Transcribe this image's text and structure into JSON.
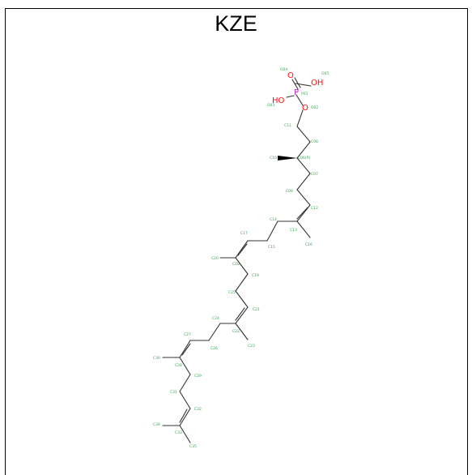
{
  "title": "KZE",
  "colors": {
    "bond": "#333333",
    "carbon_label": "#3aa655",
    "oxygen": "#ff0d0d",
    "phosphorus": "#d020d0"
  },
  "heteroatoms": {
    "o_double": "O",
    "oh_top": "OH",
    "p": "P",
    "oh_left": "HO",
    "o_ester": "O"
  },
  "atom_labels": [
    {
      "id": "o4",
      "text": "O04"
    },
    {
      "id": "o5",
      "text": "O05"
    },
    {
      "id": "p1",
      "text": "P01"
    },
    {
      "id": "o3",
      "text": "O03"
    },
    {
      "id": "o2",
      "text": "O02"
    },
    {
      "id": "c11",
      "text": "C11"
    },
    {
      "id": "c08",
      "text": "C08"
    },
    {
      "id": "c10",
      "text": "C10"
    },
    {
      "id": "c06",
      "text": "C06(R)"
    },
    {
      "id": "c07",
      "text": "C07"
    },
    {
      "id": "c09",
      "text": "C09"
    },
    {
      "id": "c12",
      "text": "C12"
    },
    {
      "id": "c14",
      "text": "C14"
    },
    {
      "id": "c13",
      "text": "C13"
    },
    {
      "id": "c15",
      "text": "C15"
    },
    {
      "id": "c16",
      "text": "C16"
    },
    {
      "id": "c17",
      "text": "C17"
    },
    {
      "id": "c20",
      "text": "C20"
    },
    {
      "id": "c18",
      "text": "C18"
    },
    {
      "id": "c19",
      "text": "C19"
    },
    {
      "id": "c25",
      "text": "C25"
    },
    {
      "id": "c21",
      "text": "C21"
    },
    {
      "id": "c24",
      "text": "C24"
    },
    {
      "id": "c22",
      "text": "C22"
    },
    {
      "id": "c23",
      "text": "C23"
    },
    {
      "id": "c26",
      "text": "C26"
    },
    {
      "id": "c27",
      "text": "C27"
    },
    {
      "id": "c30",
      "text": "C30"
    },
    {
      "id": "c28",
      "text": "C28"
    },
    {
      "id": "c29",
      "text": "C29"
    },
    {
      "id": "c31",
      "text": "C31"
    },
    {
      "id": "c32",
      "text": "C32"
    },
    {
      "id": "c34",
      "text": "C34"
    },
    {
      "id": "c33",
      "text": "C33"
    },
    {
      "id": "c35",
      "text": "C35"
    }
  ]
}
